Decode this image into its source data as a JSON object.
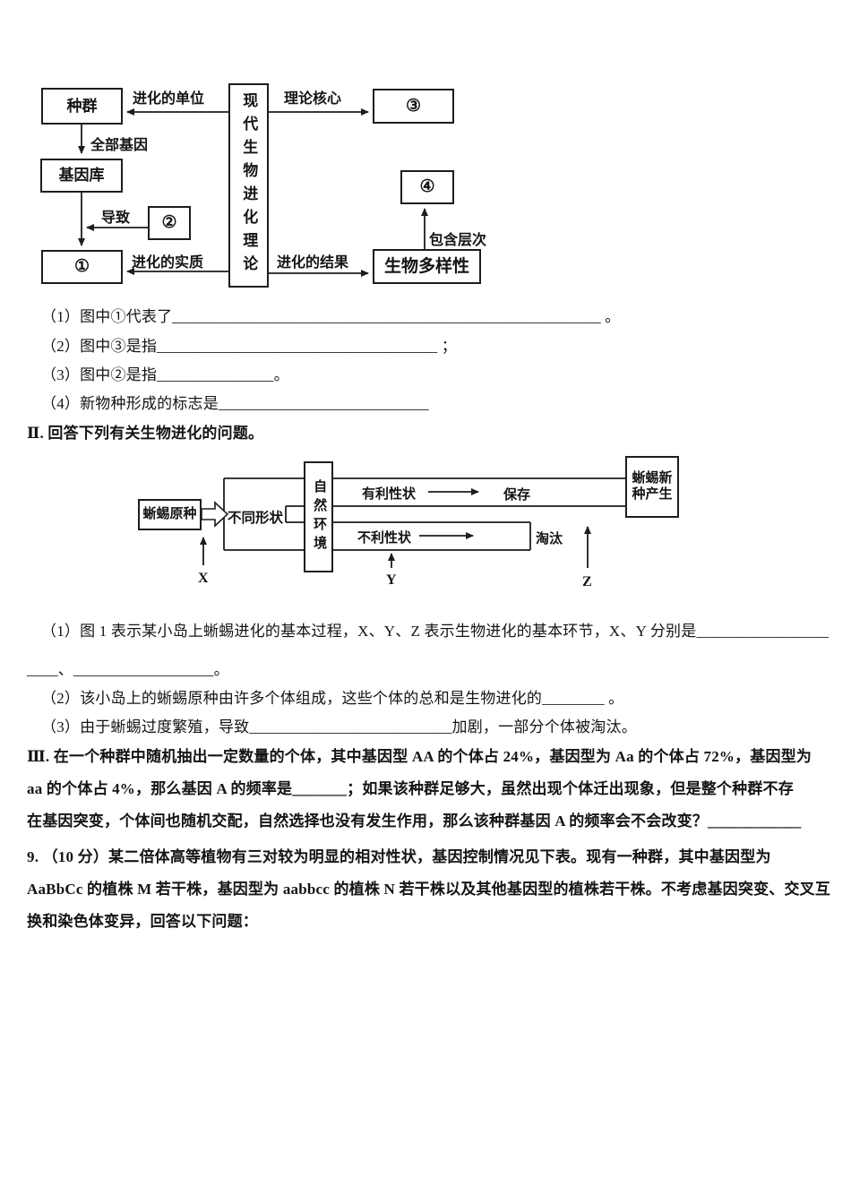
{
  "diagram1": {
    "box_population": "种群",
    "box_genepool": "基因库",
    "box_circle2": "②",
    "box_circle1": "①",
    "box_center_vertical": "现代生物进化理论",
    "box_circle3": "③",
    "box_circle4": "④",
    "box_biodiversity": "生物多样性",
    "label_unit": "进化的单位",
    "label_all_genes": "全部基因",
    "label_cause": "导致",
    "label_essence": "进化的实质",
    "label_core": "理论核心",
    "label_result": "进化的结果",
    "label_levels": "包含层次"
  },
  "sectionI": {
    "q1": "（1）图中①代表了_______________________________________________________ 。",
    "q2": "（2）图中③是指____________________________________ ；",
    "q3": "（3）图中②是指_______________。",
    "q4": "（4）新物种形成的标志是___________________________"
  },
  "sectionII": {
    "heading": "Ⅱ. 回答下列有关生物进化的问题。",
    "diagram2": {
      "box_origin": "蜥蜴原种",
      "label_shapes": "不同形状",
      "box_environment": "自然环境",
      "label_favorable": "有利性状",
      "label_keep": "保存",
      "label_unfavorable": "不利性状",
      "label_eliminate": "淘汰",
      "box_new_species_line1": "蜥蜴新",
      "box_new_species_line2": "种产生",
      "label_x": "X",
      "label_y": "Y",
      "label_z": "Z"
    },
    "q1_line1": "（1）图 1 表示某小岛上蜥蜴进化的基本过程，X、Y、Z 表示生物进化的基本环节，X、Y 分别是_________________",
    "q1_line2": "____、__________________。",
    "q2": "（2）该小岛上的蜥蜴原种由许多个体组成，这些个体的总和是生物进化的________ 。",
    "q3": "（3）由于蜥蜴过度繁殖，导致__________________________加剧，一部分个体被淘汰。"
  },
  "sectionIII": {
    "line1": "Ⅲ. 在一个种群中随机抽出一定数量的个体，其中基因型 AA 的个体占 24%，基因型为 Aa 的个体占 72%，基因型为",
    "line2": "aa 的个体占 4%，那么基因 A 的频率是_______；如果该种群足够大，虽然出现个体迁出现象，但是整个种群不存",
    "line3": "在基因突变，个体间也随机交配，自然选择也没有发生作用，那么该种群基因 A 的频率会不会改变？____________"
  },
  "question9": {
    "line1": "9. （10 分）某二倍体高等植物有三对较为明显的相对性状，基因控制情况见下表。现有一种群，其中基因型为",
    "line2": "AaBbCc 的植株 M 若干株，基因型为 aabbcc 的植株 N 若干株以及其他基因型的植株若干株。不考虑基因突变、交叉互",
    "line3": "换和染色体变异，回答以下问题："
  }
}
